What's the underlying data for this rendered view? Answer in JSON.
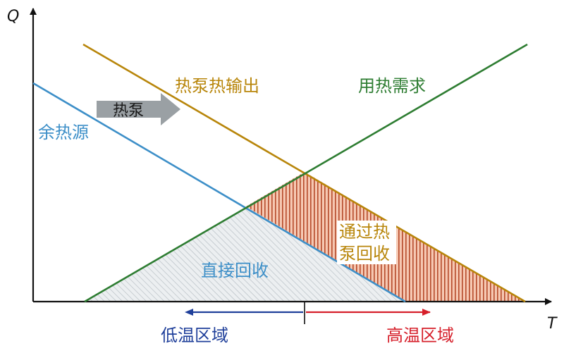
{
  "axes": {
    "y_label": "Q",
    "x_label": "T"
  },
  "lines": {
    "waste_heat_source": {
      "label": "余热源",
      "color": "#3d8fc8"
    },
    "heat_pump_output": {
      "label": "热泵热输出",
      "color": "#b8860b"
    },
    "heat_demand": {
      "label": "用热需求",
      "color": "#2e7d32"
    }
  },
  "arrow": {
    "label": "热泵"
  },
  "regions": {
    "direct_recovery": {
      "label": "直接回收"
    },
    "pump_recovery": {
      "label_line1": "通过热",
      "label_line2": "泵回收"
    }
  },
  "zones": {
    "low": {
      "label": "低温区域",
      "color": "#1f3f9a"
    },
    "high": {
      "label": "高温区域",
      "color": "#d61f2a"
    }
  }
}
